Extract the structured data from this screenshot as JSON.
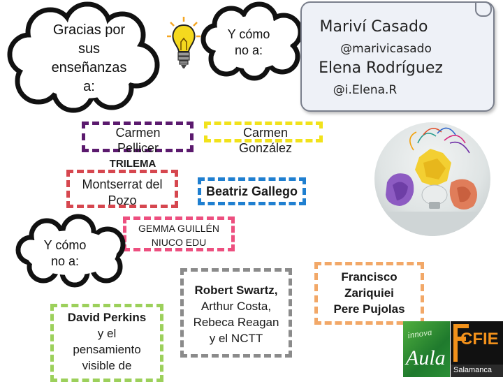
{
  "cloud_left": {
    "lines": [
      "Gracias por",
      "sus",
      "enseñanzas",
      "a:"
    ]
  },
  "cloud_top": {
    "lines": [
      "Y cómo",
      "no a:"
    ]
  },
  "cloud_mid": {
    "lines": [
      "Y cómo",
      "no a:"
    ]
  },
  "scroll": {
    "name1": "Mariví Casado",
    "handle1": "@marivicasado",
    "name2": "Elena Rodríguez",
    "handle2": "@i.Elena.R"
  },
  "boxes": {
    "pellicer": {
      "lines": [
        "Carmen",
        "Pellicer"
      ],
      "sub": "TRILEMA",
      "color": "#5b1a6e"
    },
    "gonzalez": {
      "lines": [
        "Carmen",
        "González"
      ],
      "color": "#f1e21b"
    },
    "montserrat": {
      "lines": [
        "Montserrat del",
        "Pozo"
      ],
      "color": "#d6474f"
    },
    "gallego": {
      "text": "Beatriz Gallego",
      "color": "#1f7fd0"
    },
    "guillen": {
      "lines": [
        "GEMMA GUILLÉN",
        "NIUCO EDU"
      ],
      "color": "#ed4f7f"
    },
    "perkins": {
      "title": "David Perkins",
      "lines": [
        "y el",
        "pensamiento",
        "visible de"
      ],
      "color": "#9cd05b"
    },
    "swartz": {
      "title": "Robert Swartz,",
      "lines": [
        "Arthur Costa,",
        "Rebeca Reagan",
        "y el NCTT"
      ],
      "color": "#8b8b8b"
    },
    "zariquiei": {
      "lines": [
        "Francisco",
        "Zariquiei",
        "Pere Pujolas"
      ],
      "color": "#f2a868"
    }
  },
  "logos": {
    "aula": {
      "small": "innova",
      "big": "Aula"
    },
    "cfie": {
      "big": "CFIE",
      "small": "Salamanca"
    }
  },
  "colors": {
    "cloud_stroke": "#111111",
    "scroll_bg": "#eef1f7",
    "bulb": "#f5d91e"
  },
  "icons": [
    "lightbulb-icon"
  ]
}
